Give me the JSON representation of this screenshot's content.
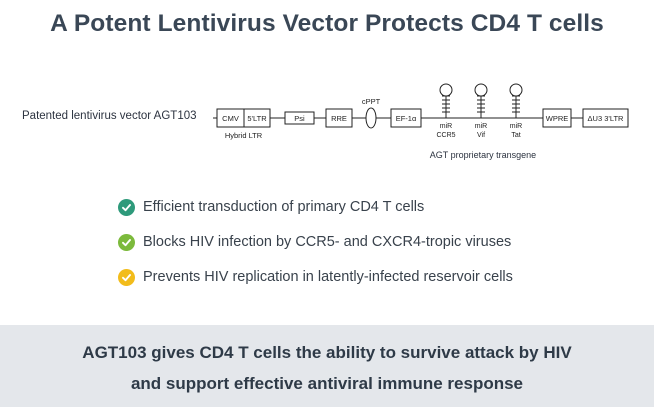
{
  "title": "A Potent Lentivirus Vector Protects CD4 T cells",
  "vector": {
    "label": "Patented lentivirus vector AGT103",
    "elements": {
      "cmv": "CMV",
      "ltr5": "5'LTR",
      "psi": "Psi",
      "rre": "RRE",
      "cppt": "cPPT",
      "ef1a": "EF-1α",
      "wpre": "WPRE",
      "ltr3": "ΔU3 3'LTR"
    },
    "hybrid_ltr_label": "Hybrid LTR",
    "mirs": [
      {
        "line1": "miR",
        "line2": "CCR5"
      },
      {
        "line1": "miR",
        "line2": "Vif"
      },
      {
        "line1": "miR",
        "line2": "Tat"
      }
    ],
    "transgene_label": "AGT proprietary transgene"
  },
  "bullets": [
    {
      "text": "Efficient transduction of primary CD4 T cells",
      "color": "#2e9a7b"
    },
    {
      "text": "Blocks HIV infection by CCR5- and CXCR4-tropic viruses",
      "color": "#7cba3c"
    },
    {
      "text": "Prevents HIV replication in latently-infected reservoir cells",
      "color": "#f2bc1b"
    }
  ],
  "footer": {
    "line1": "AGT103 gives CD4 T cells the ability to survive attack by HIV",
    "line2": "and support effective antiviral immune response"
  }
}
